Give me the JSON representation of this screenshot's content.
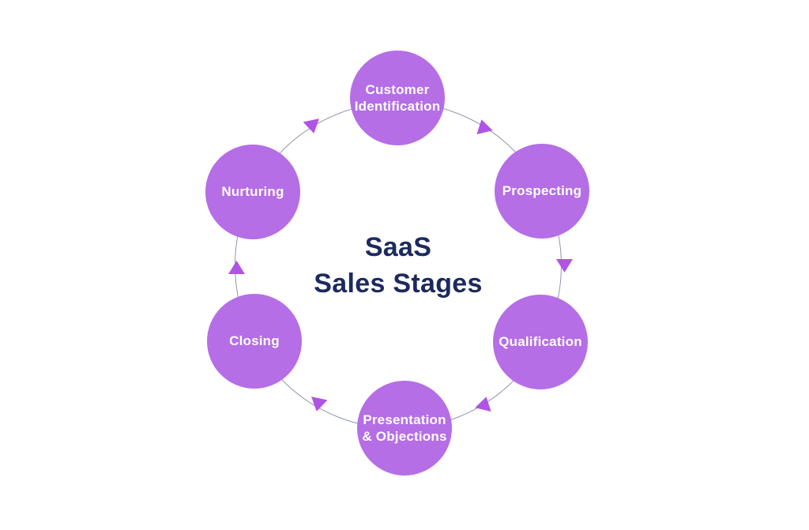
{
  "diagram": {
    "type": "circular-cycle",
    "title_line1": "SaaS",
    "title_line2": "Sales Stages",
    "flow_direction": "clockwise",
    "stages": [
      {
        "label": "Customer\nIdentification",
        "position": "top"
      },
      {
        "label": "Prospecting",
        "position": "upper-right"
      },
      {
        "label": "Qualification",
        "position": "lower-right"
      },
      {
        "label": "Presentation\n& Objections",
        "position": "bottom"
      },
      {
        "label": "Closing",
        "position": "lower-left"
      },
      {
        "label": "Nurturing",
        "position": "upper-left"
      }
    ],
    "cycle_order": [
      "Customer Identification",
      "Prospecting",
      "Qualification",
      "Presentation & Objections",
      "Closing",
      "Nurturing"
    ],
    "colors": {
      "stage_circle": "#b56ee6",
      "arrowhead": "#b153e4",
      "connector_ring": "#9097ad",
      "title_text": "#1c2a5e",
      "stage_text": "#ffffff",
      "background": "#ffffff"
    }
  }
}
